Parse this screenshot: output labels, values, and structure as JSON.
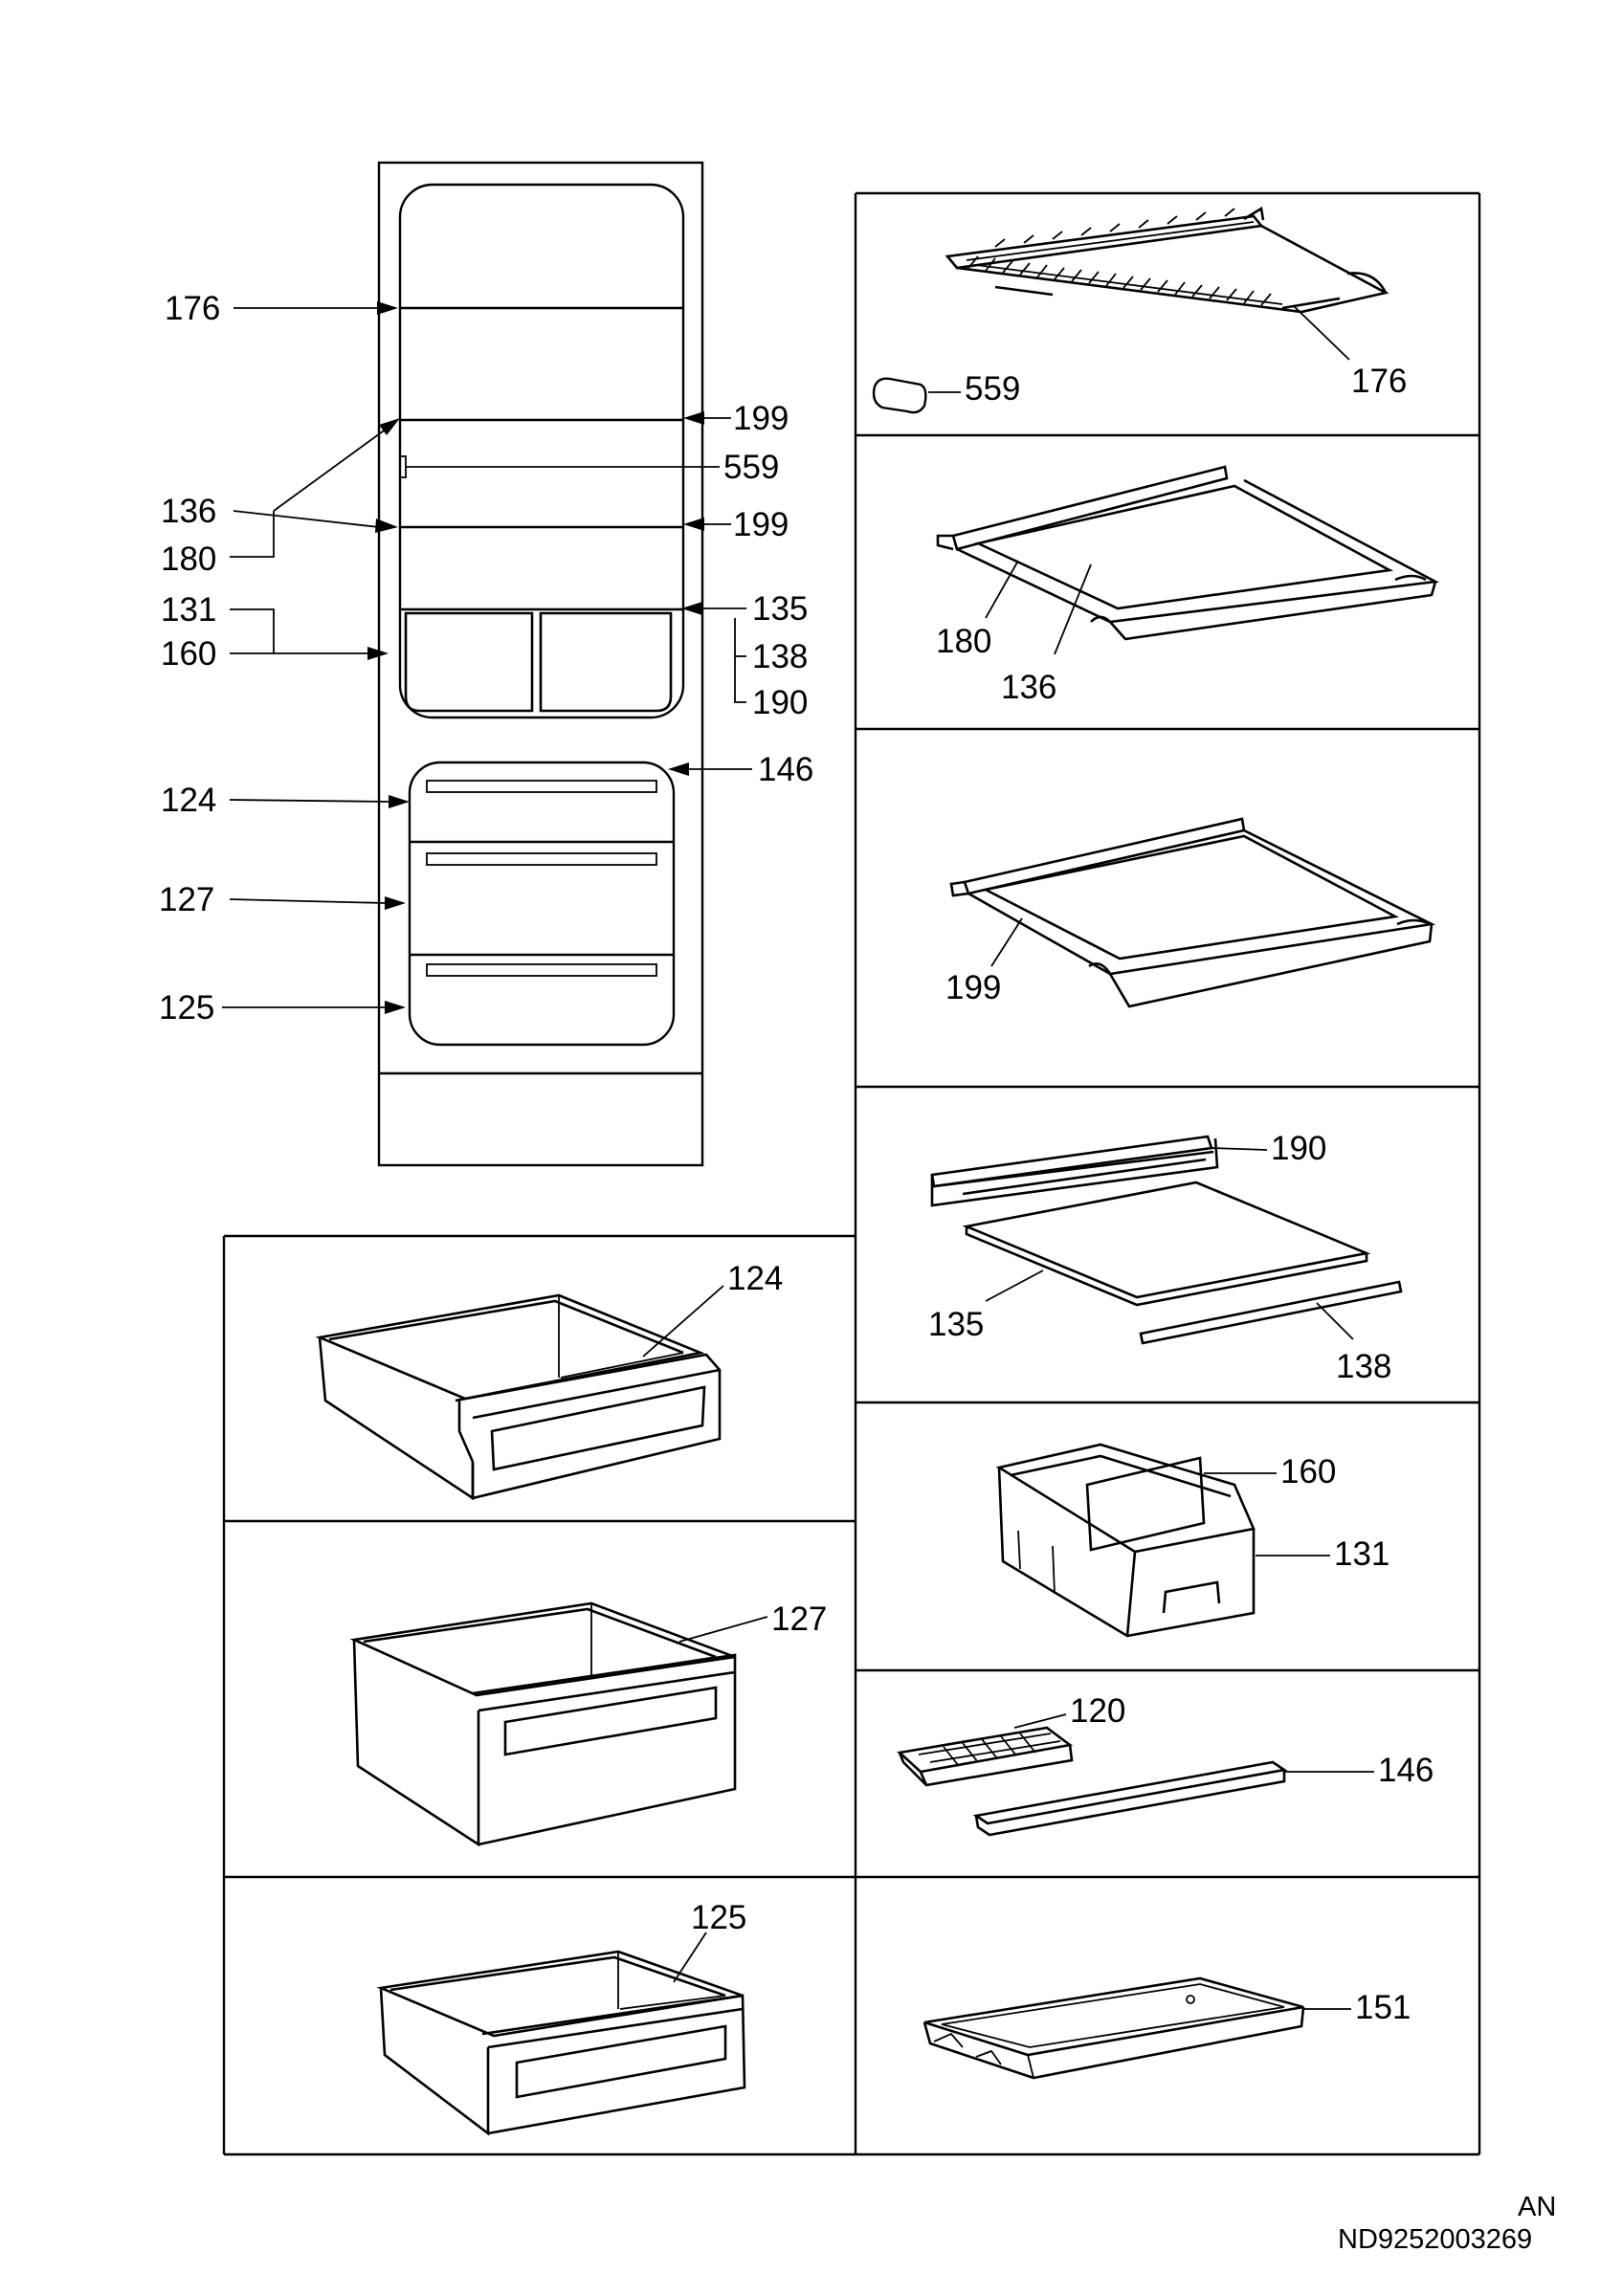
{
  "overview": {
    "labels_left": {
      "l176": "176",
      "l136": "136",
      "l180": "180",
      "l131": "131",
      "l160": "160",
      "l124": "124",
      "l127": "127",
      "l125": "125"
    },
    "labels_right": {
      "r199a": "199",
      "r559": "559",
      "r199b": "199",
      "r135": "135",
      "r138": "138",
      "r190": "190",
      "r146": "146"
    }
  },
  "panels": {
    "wire_shelf": {
      "part": "176",
      "clip": "559"
    },
    "glass_shelf": {
      "glass": "136",
      "frame": "180"
    },
    "shelf_199": {
      "part": "199"
    },
    "split_shelf": {
      "rail": "190",
      "glass": "135",
      "trim": "138"
    },
    "bottle_box": {
      "divider": "160",
      "box": "131"
    },
    "ice_tray": {
      "tray": "120",
      "strip": "146"
    },
    "drip_tray": {
      "part": "151"
    },
    "drawer_124": {
      "part": "124"
    },
    "drawer_127": {
      "part": "127"
    },
    "drawer_125": {
      "part": "125"
    }
  },
  "footer": {
    "lang": "AN",
    "doc": "ND9252003269"
  }
}
